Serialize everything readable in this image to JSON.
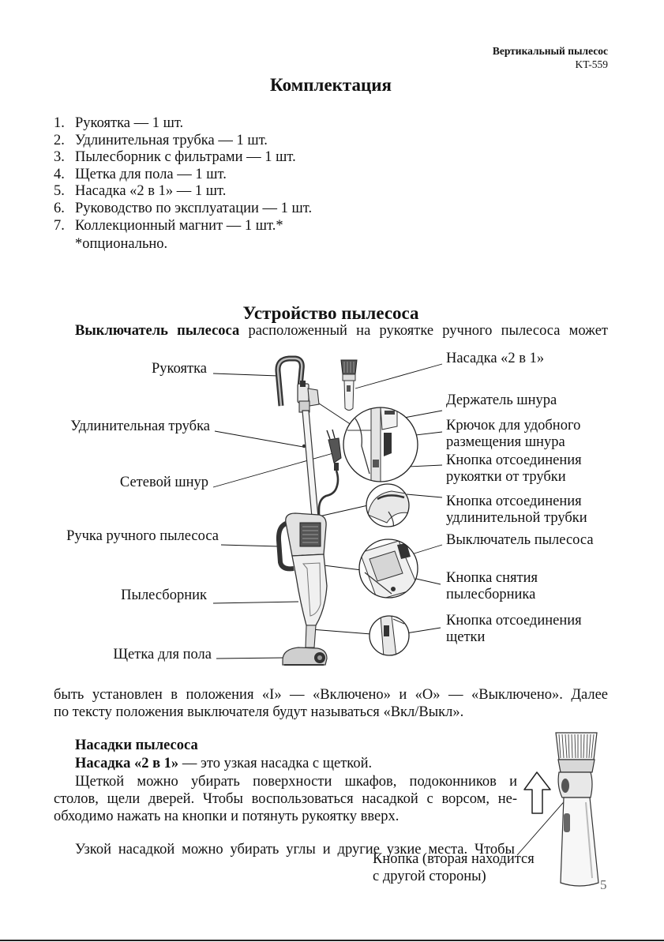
{
  "header": {
    "product": "Вертикальный пылесос",
    "model": "KT-559"
  },
  "contents": {
    "title": "Комплектация",
    "items": [
      {
        "num": "1.",
        "text": "Рукоятка — 1 шт."
      },
      {
        "num": "2.",
        "text": "Удлинительная трубка — 1 шт."
      },
      {
        "num": "3.",
        "text": "Пылесборник с фильтрами — 1 шт."
      },
      {
        "num": "4.",
        "text": "Щетка для пола — 1 шт."
      },
      {
        "num": "5.",
        "text": "Насадка «2 в 1» — 1 шт."
      },
      {
        "num": "6.",
        "text": "Руководство по эксплуатации — 1 шт."
      },
      {
        "num": "7.",
        "text": "Коллекционный магнит — 1 шт.*"
      }
    ],
    "note": "*опционально."
  },
  "device": {
    "title": "Устройство пылесоса",
    "intro_bold": "Выключатель пылесоса",
    "intro_rest": "расположенный на рукоятке ручного пылесоса может",
    "labels_left": [
      "Рукоятка",
      "Удлинительная трубка",
      "Сетевой шнур",
      "Ручка ручного пылесоса",
      "Пылесборник",
      "Щетка для пола"
    ],
    "labels_right": [
      [
        "Насадка «2 в 1»"
      ],
      [
        "Держатель шнура"
      ],
      [
        "Крючок для удобного",
        "размещения шнура"
      ],
      [
        "Кнопка отсоединения",
        "рукоятки от трубки"
      ],
      [
        "Кнопка отсоединения",
        "удлинительной трубки"
      ],
      [
        "Выключатель пылесоса"
      ],
      [
        "Кнопка снятия",
        "пылесборника"
      ],
      [
        "Кнопка отсоединения",
        "щетки"
      ]
    ],
    "continuation": [
      "быть установлен в положения «I» — «Включено» и «O» — «Выключено». Далее",
      "по тексту положения выключателя будут называться «Вкл/Выкл»."
    ]
  },
  "attachments": {
    "title": "Насадки пылесоса",
    "nozzle_bold": "Насадка «2 в 1»",
    "nozzle_rest": "— это узкая насадка с щеткой.",
    "paragraph1": [
      "Щеткой можно убирать поверхности шкафов, подоконников и",
      "столов, щели дверей. Чтобы воспользоваться насадкой с ворсом, не-",
      "обходимо нажать на кнопки и потянуть рукоятку вверх."
    ],
    "paragraph2": "Узкой насадкой можно убирать углы и другие узкие места. Чтобы",
    "button_caption": [
      "Кнопка (вторая находится",
      "с другой стороны)"
    ]
  },
  "page_number": "5"
}
